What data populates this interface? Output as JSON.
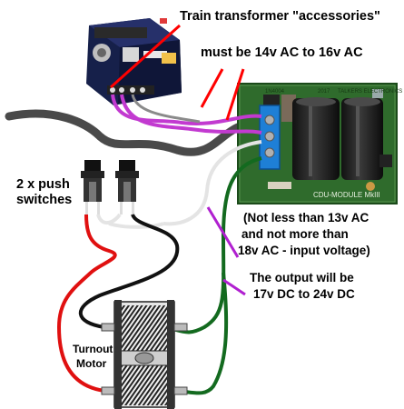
{
  "labels": {
    "transformer": "Train transformer  \"accessories\"",
    "voltage_req": "must be 14v AC to 16v AC",
    "switches_line1": "2 x push",
    "switches_line2": "switches",
    "input_line1": "(Not less than 13v AC",
    "input_line2": "and not more than",
    "input_line3": "18v AC - input voltage)",
    "output_line1": "The output will be",
    "output_line2": "17v DC to 24v DC",
    "motor_line1": "Turnout",
    "motor_line2": "Motor"
  },
  "board": {
    "maker": "TALKERS ELECTRONICS",
    "module_name": "CDU-MODULE  MkIII",
    "year": "2017",
    "part": "1N4004"
  },
  "colors": {
    "wire_magenta": "#c23ad0",
    "wire_red": "#e01010",
    "wire_green": "#136a1f",
    "wire_white": "#e4e4e4",
    "wire_black": "#111111",
    "annotation_red": "#ff0000",
    "annotation_purple": "#b020d0",
    "board_green": "#2f6b2c",
    "terminal_blue": "#1e7fd6"
  }
}
